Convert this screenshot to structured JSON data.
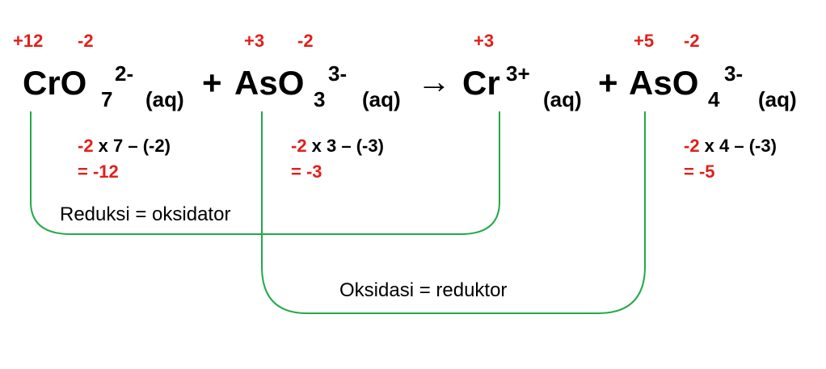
{
  "oxidation_numbers": {
    "cr_in_cro7": "+12",
    "o_in_cro7": "-2",
    "as_in_aso3": "+3",
    "o_in_aso3": "-2",
    "cr_ion": "+3",
    "as_in_aso4": "+5",
    "o_in_aso4": "-2"
  },
  "equation": {
    "species1": {
      "base": "CrO",
      "subscript": "7",
      "charge": "2-",
      "state": "(aq)"
    },
    "plus1": "+",
    "species2": {
      "base": "AsO",
      "subscript": "3",
      "charge": "3-",
      "state": "(aq)"
    },
    "arrow": "→",
    "species3": {
      "base": "Cr",
      "charge": "3+",
      "state": "(aq)"
    },
    "plus2": "+",
    "species4": {
      "base": "AsO",
      "subscript": "4",
      "charge": "3-",
      "state": "(aq)"
    }
  },
  "calculations": {
    "cro7": {
      "line1_red": "-2",
      "line1_rest": " x 7 – (-2)",
      "line2": "= -12"
    },
    "aso3": {
      "line1_red": "-2",
      "line1_rest": " x 3 – (-3)",
      "line2": "= -3"
    },
    "aso4": {
      "line1_red": "-2",
      "line1_rest": " x 4 – (-3)",
      "line2": "= -5"
    }
  },
  "labels": {
    "reduction": "Reduksi = oksidator",
    "oxidation": "Oksidasi = reduktor"
  },
  "colors": {
    "oxidation_number": "#e0201b",
    "connector_line": "#22a94a",
    "text": "#000000"
  }
}
